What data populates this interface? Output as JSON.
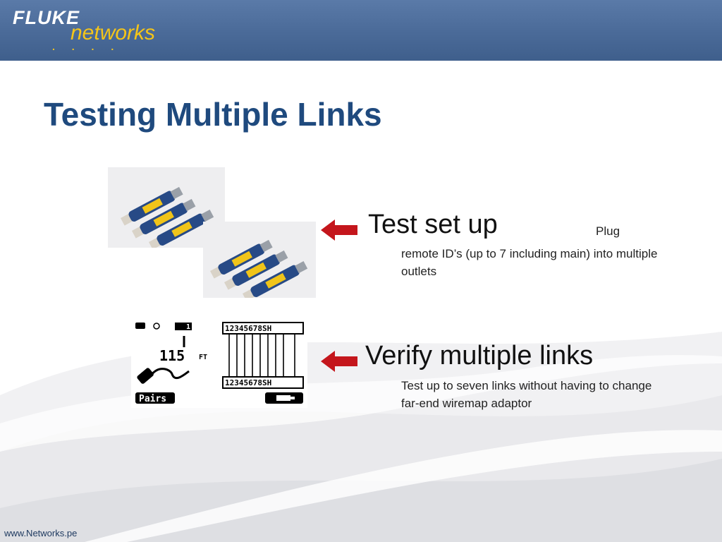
{
  "header": {
    "brand_fluke": "FLUKE",
    "brand_networks": "networks",
    "brand_dots": ". . . ."
  },
  "title": "Testing Multiple Links",
  "section_1": {
    "heading": "Test set up",
    "trailing_word": "Plug",
    "body": "remote ID’s (up to 7 including main) into multiple outlets"
  },
  "section_2": {
    "heading": "Verify multiple links",
    "body": "Test up to seven links without having to change far-end wiremap adaptor"
  },
  "lcd": {
    "remote_id": "1",
    "distance": "115",
    "unit": "FT",
    "pins_top": "12345678SH",
    "pins_bottom": "12345678SH",
    "softkey_left": "Pairs"
  },
  "footer": "www.Networks.pe",
  "colors": {
    "header": "#4a6a98",
    "title": "#1f4a7e",
    "brand_yellow": "#f5c518",
    "arrow_red": "#c4161c",
    "remote_blue": "#274a86",
    "remote_yellow": "#f0c419"
  }
}
